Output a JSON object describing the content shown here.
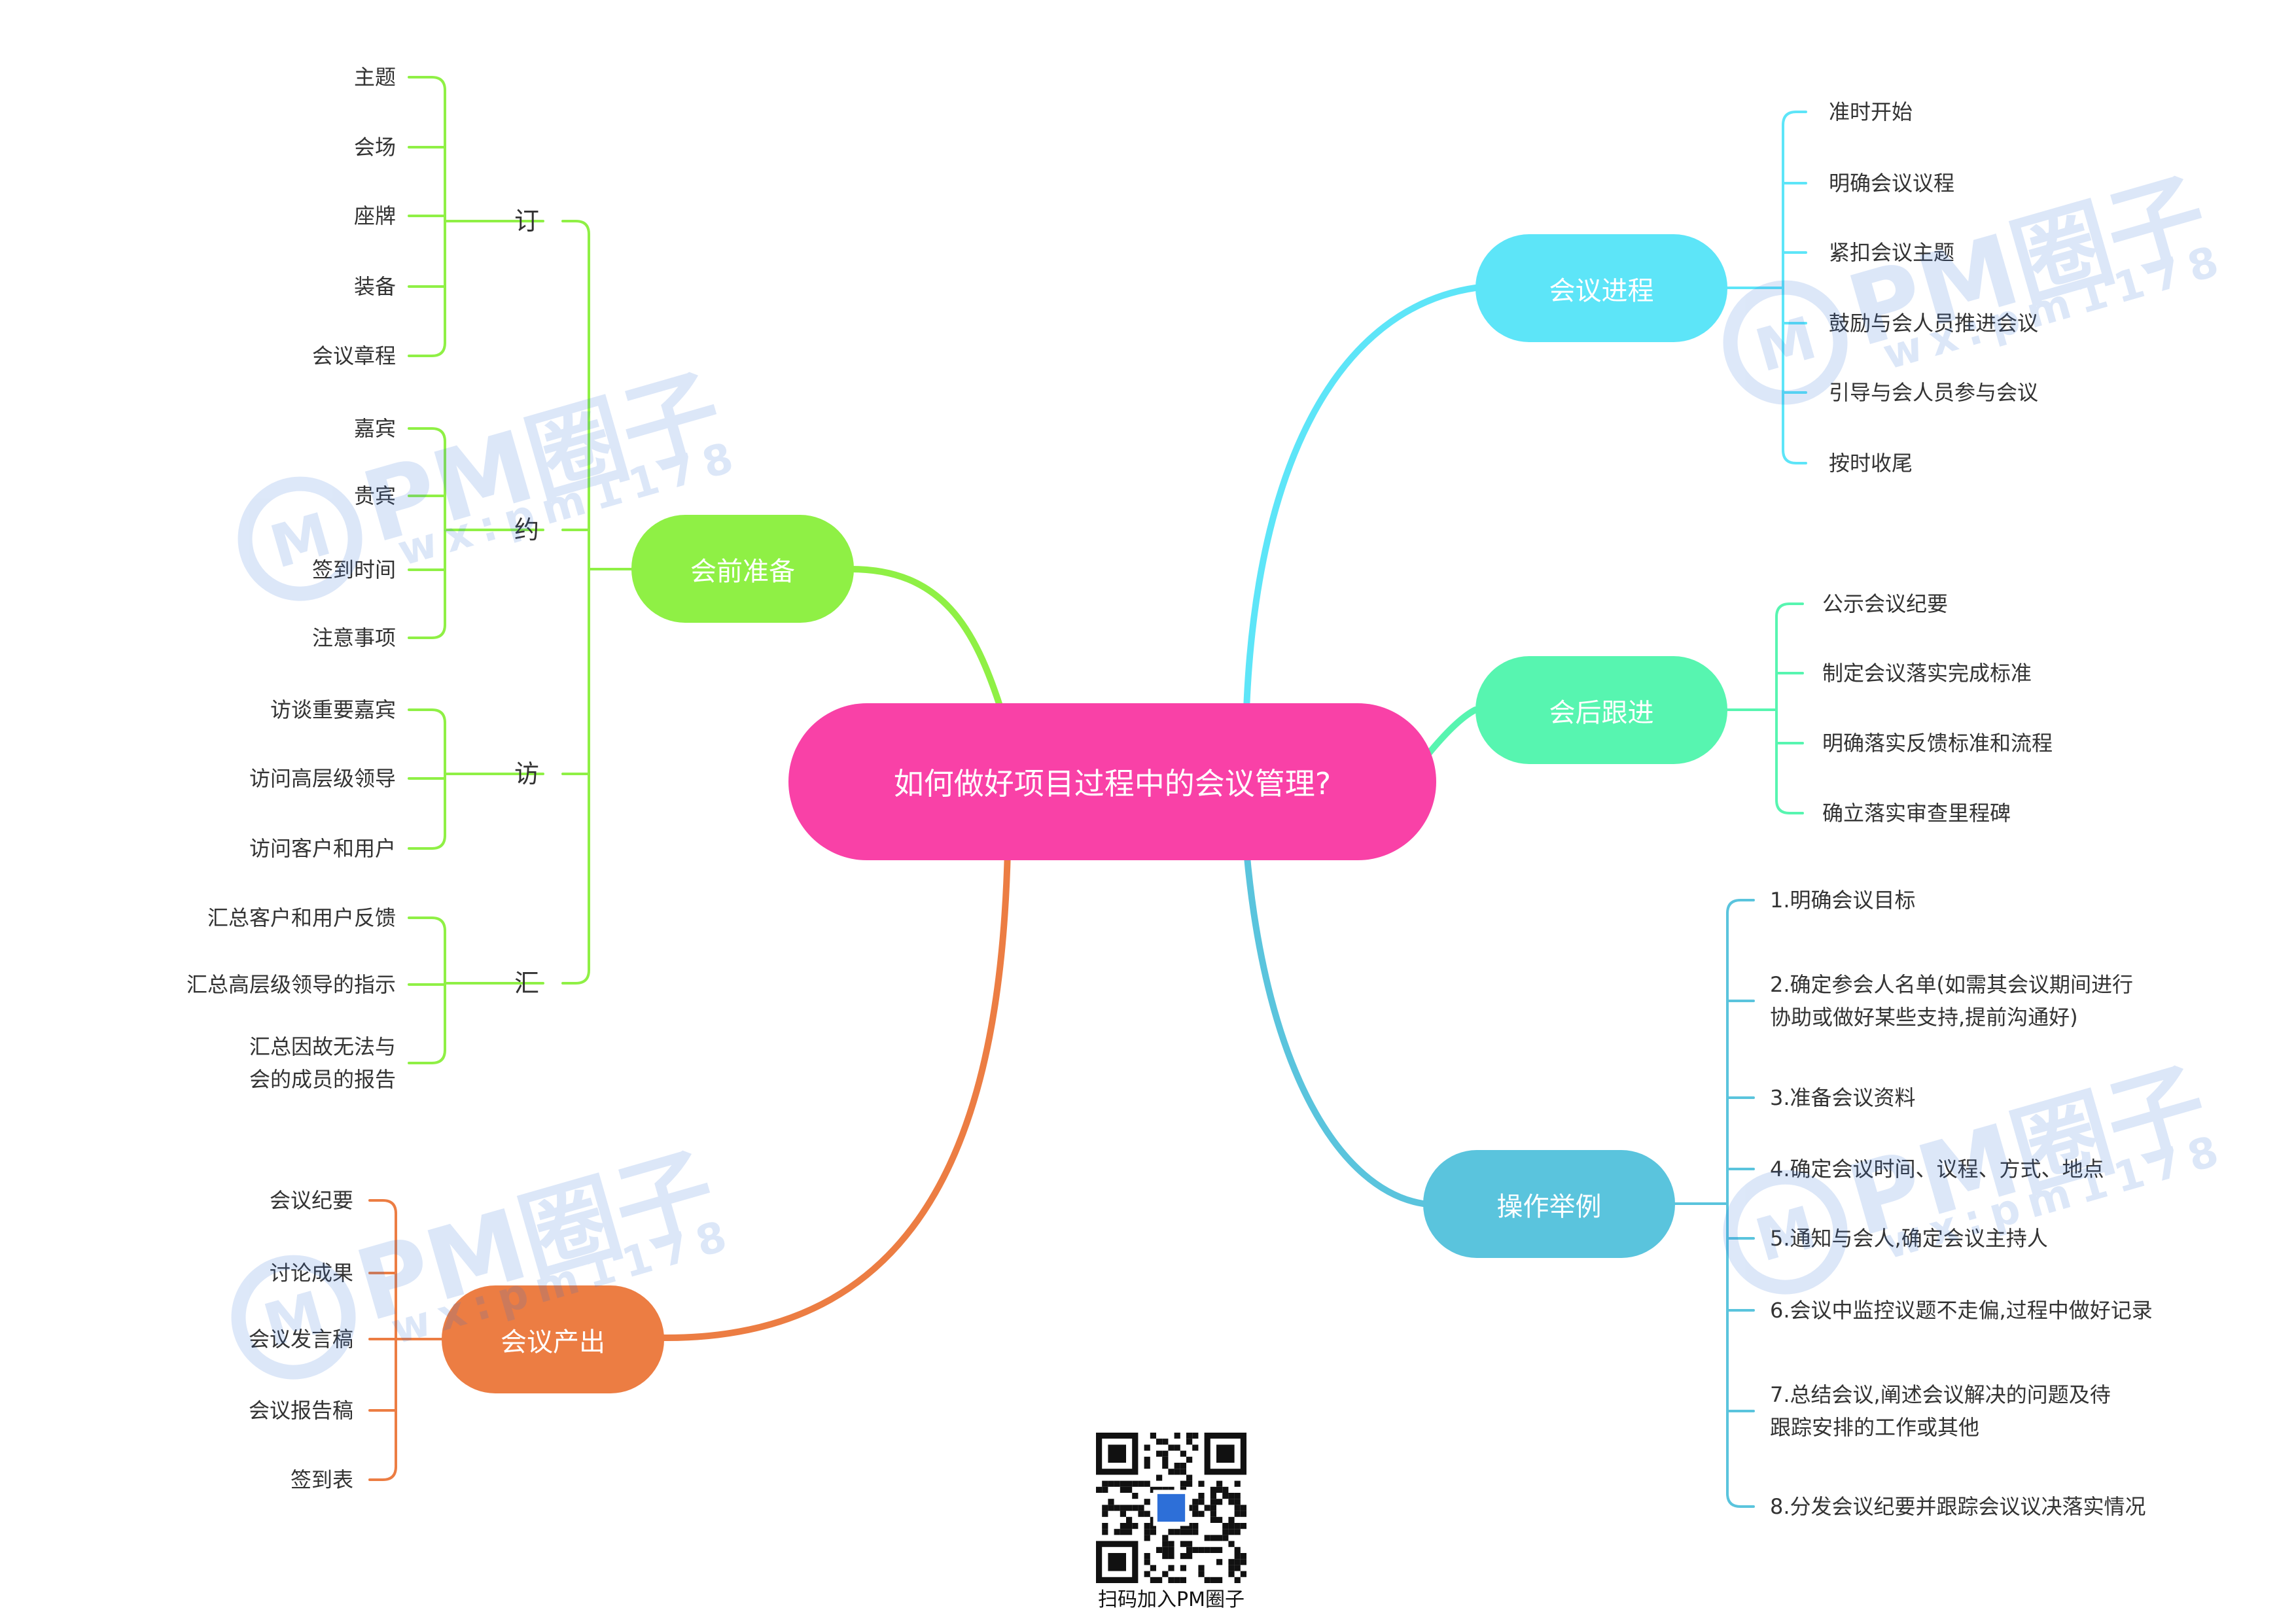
{
  "root": {
    "label": "如何做好项目过程中的会议管理?",
    "color": "#f941a7"
  },
  "branches": [
    {
      "key": "prep",
      "label": "会前准备",
      "color": "#8ff045",
      "groups": [
        {
          "label": "订",
          "items": [
            "主题",
            "会场",
            "座牌",
            "装备",
            "会议章程"
          ]
        },
        {
          "label": "约",
          "items": [
            "嘉宾",
            "贵宾",
            "签到时间",
            "注意事项"
          ]
        },
        {
          "label": "访",
          "items": [
            "访谈重要嘉宾",
            "访问高层级领导",
            "访问客户和用户"
          ]
        },
        {
          "label": "汇",
          "items": [
            "汇总客户和用户反馈",
            "汇总高层级领导的指示",
            "汇总因故无法与\n会的成员的报告"
          ]
        }
      ]
    },
    {
      "key": "output",
      "label": "会议产出",
      "color": "#ec7d43",
      "items": [
        "会议纪要",
        "讨论成果",
        "会议发言稿",
        "会议报告稿",
        "签到表"
      ]
    },
    {
      "key": "progress",
      "label": "会议进程",
      "color": "#5de5f8",
      "items": [
        "准时开始",
        "明确会议议程",
        "紧扣会议主题",
        "鼓励与会人员推进会议",
        "引导与会人员参与会议",
        "按时收尾"
      ]
    },
    {
      "key": "follow",
      "label": "会后跟进",
      "color": "#57f5b0",
      "items": [
        "公示会议纪要",
        "制定会议落实完成标准",
        "明确落实反馈标准和流程",
        "确立落实审查里程碑"
      ]
    },
    {
      "key": "example",
      "label": "操作举例",
      "color": "#5ac4dd",
      "items": [
        "1.明确会议目标",
        "2.确定参会人名单(如需其会议期间进行\n协助或做好某些支持,提前沟通好)",
        "3.准备会议资料",
        "4.确定会议时间、议程、方式、地点",
        "5.通知与会人,确定会议主持人",
        "6.会议中监控议题不走偏,过程中做好记录",
        "7.总结会议,阐述会议解决的问题及待\n跟踪安排的工作或其他",
        "8.分发会议纪要并跟踪会议议决落实情况"
      ]
    }
  ],
  "watermark": {
    "title": "PM圈子",
    "sub": "wx:pm1178"
  },
  "qr": {
    "caption": "扫码加入PM圈子"
  }
}
